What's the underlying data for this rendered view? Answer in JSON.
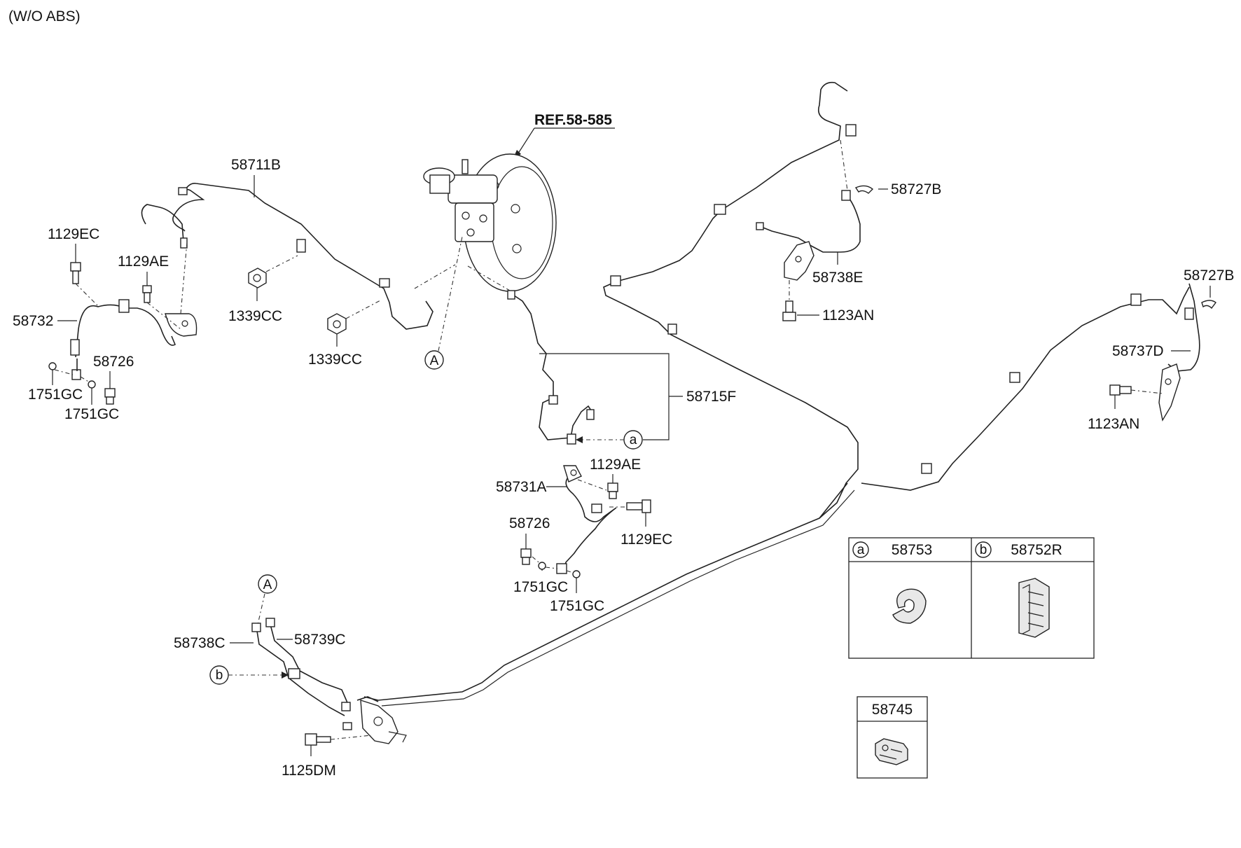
{
  "header": {
    "variant_note": "(W/O ABS)"
  },
  "reference": {
    "label": "REF.58-585"
  },
  "labels": {
    "l_58711B": "58711B",
    "l_1129EC_left": "1129EC",
    "l_1129AE_left": "1129AE",
    "l_58732": "58732",
    "l_58726_left": "58726",
    "l_1751GC_left_a": "1751GC",
    "l_1751GC_left_b": "1751GC",
    "l_1339CC_a": "1339CC",
    "l_1339CC_b": "1339CC",
    "l_58715F": "58715F",
    "l_1129AE_mid": "1129AE",
    "l_58731A": "58731A",
    "l_58726_mid": "58726",
    "l_1129EC_mid": "1129EC",
    "l_1751GC_mid_a": "1751GC",
    "l_1751GC_mid_b": "1751GC",
    "l_58727B_top": "58727B",
    "l_58738E": "58738E",
    "l_1123AN_top": "1123AN",
    "l_58727B_right": "58727B",
    "l_58737D": "58737D",
    "l_1123AN_right": "1123AN",
    "l_58738C": "58738C",
    "l_58739C": "58739C",
    "l_1125DM": "1125DM"
  },
  "callouts": {
    "A_upper": "A",
    "A_lower": "A",
    "a_mid": "a",
    "b_lower": "b"
  },
  "parts_table": {
    "col_a_key": "a",
    "col_a_part": "58753",
    "col_b_key": "b",
    "col_b_part": "58752R"
  },
  "parts_box": {
    "part": "58745"
  }
}
